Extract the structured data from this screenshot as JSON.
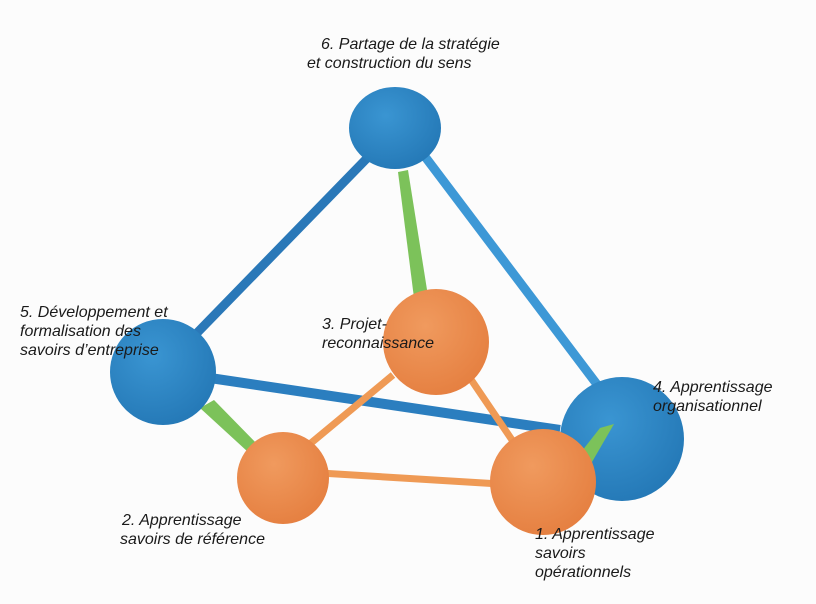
{
  "colors": {
    "blue": "#2f86c4",
    "blue_line": "#2e7fbf",
    "orange": "#ec8a4e",
    "orange_line": "#ef9a55",
    "green": "#7cc25a"
  },
  "nodes": {
    "n6": {
      "line1": "6. Partage de la stratégie",
      "line2": "et construction du sens"
    },
    "n5": {
      "line1": "5. Développement et",
      "line2": "formalisation des",
      "line3": "savoirs d’entreprise"
    },
    "n3": {
      "line1": "3. Projet-",
      "line2": "reconnaissance"
    },
    "n4": {
      "line1": "4. Apprentissage",
      "line2": "organisationnel"
    },
    "n2": {
      "line1": "2. Apprentissage",
      "line2": "savoirs de référence"
    },
    "n1": {
      "line1": "1. Apprentissage",
      "line2": "savoirs",
      "line3": "opérationnels"
    }
  }
}
